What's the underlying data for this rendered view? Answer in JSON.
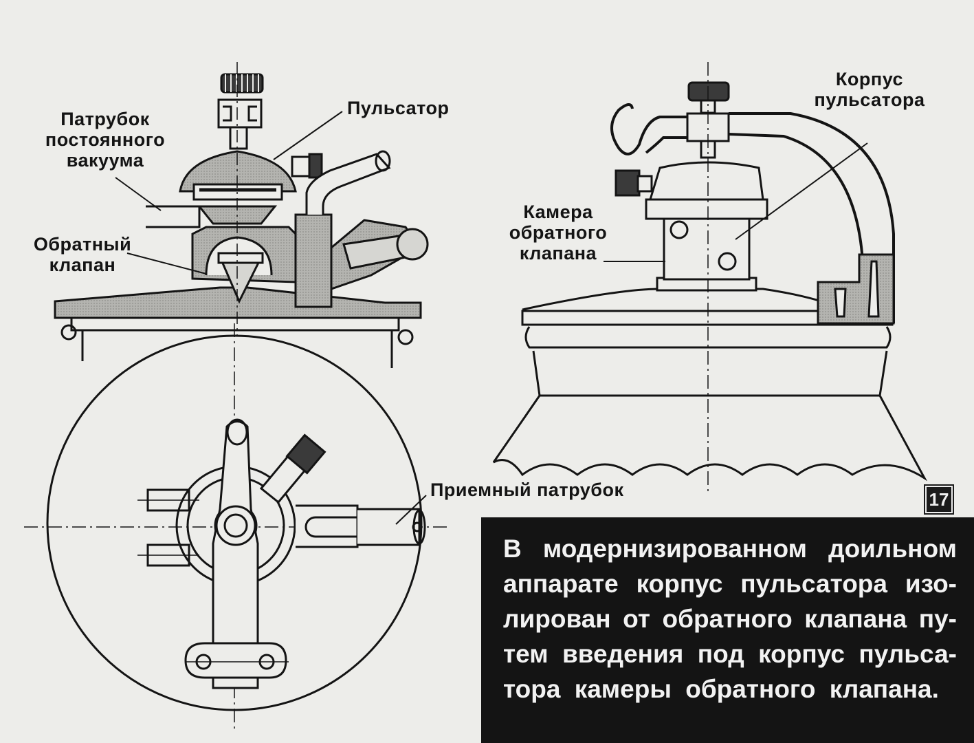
{
  "labels": {
    "pulsator": "Пульсатор",
    "pipe_constant_vacuum": [
      "Патрубок",
      "постоянного",
      "вакуума"
    ],
    "check_valve": [
      "Обратный",
      "клапан"
    ],
    "pulsator_body": [
      "Корпус",
      "пульсатора"
    ],
    "check_valve_chamber": [
      "Камера",
      "обратного",
      "клапана"
    ],
    "intake_pipe": "Приемный патрубок"
  },
  "slide_number": "17",
  "caption": {
    "lines": [
      "В модернизированном доильном",
      "аппарате корпус пульсатора изо-",
      "лирован от обратного клапана пу-",
      "тем введения под корпус пульса-",
      "тора камеры обратного клапана."
    ]
  },
  "colors": {
    "background": "#ededea",
    "ink": "#141414",
    "hatch_gray": "#a9a9a6",
    "caption_bg": "#141414",
    "caption_text": "#f2f2f2"
  }
}
